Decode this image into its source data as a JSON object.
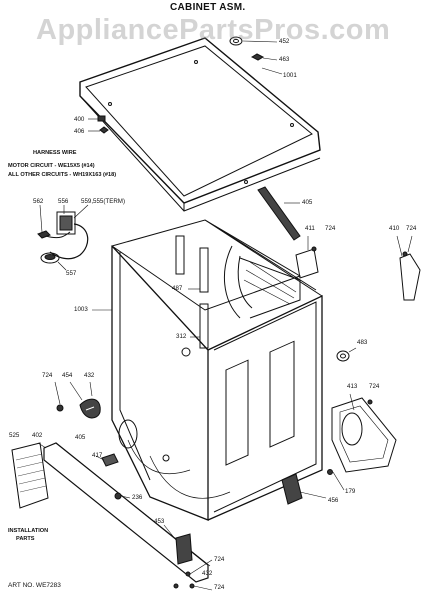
{
  "header": {
    "title": "CABINET ASM.",
    "watermark": "AppliancePartsPros.com"
  },
  "notes": {
    "harness_heading": "HARNESS WIRE",
    "motor_circuit": "MOTOR CIRCUIT - WE15X5 (#14)",
    "other_circuits": "ALL OTHER CIRCUITS - WH19X163 (#18)",
    "installation": "INSTALLATION",
    "installation_parts": "PARTS",
    "art_number": "ART NO. WE7283"
  },
  "part_numbers": {
    "p452": "452",
    "p463": "463",
    "p1001": "1001",
    "p400": "400",
    "p406": "406",
    "p562": "562",
    "p556": "556",
    "p559": "559,555(TERM)",
    "p557": "557",
    "p405a": "405",
    "p411": "411",
    "p724a": "724",
    "p410": "410",
    "p724b": "724",
    "p487": "487",
    "p1003": "1003",
    "p312": "312",
    "p483": "483",
    "p724c": "724",
    "p454": "454",
    "p432a": "432",
    "p413": "413",
    "p724d": "724",
    "p525": "525",
    "p402": "402",
    "p405b": "405",
    "p417": "417",
    "p236": "236",
    "p179": "179",
    "p456": "456",
    "p453": "453",
    "p724e": "724",
    "p432b": "432",
    "p724f": "724"
  }
}
